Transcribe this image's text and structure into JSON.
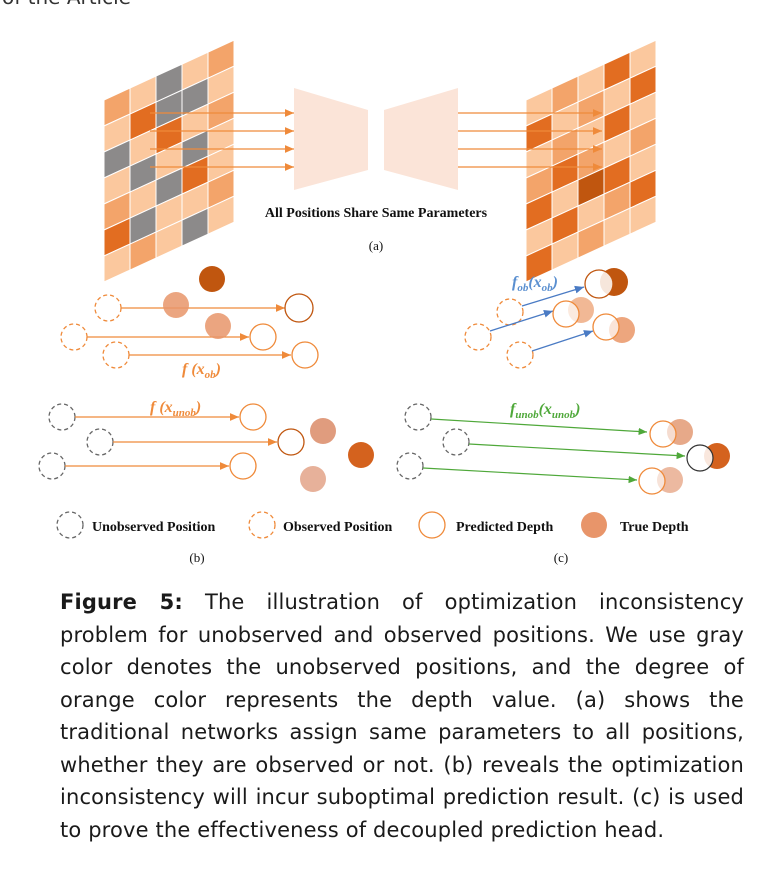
{
  "header_fragment": "of the Article",
  "panel_a": {
    "shared_label": "All Positions Share Same Parameters",
    "label": "(a)"
  },
  "panel_b": {
    "label": "(b)",
    "f_ob": "f (x",
    "f_ob_sub": "ob",
    "f_ob_close": ")",
    "f_unob": "f (x",
    "f_unob_sub": "unob",
    "f_unob_close": ")"
  },
  "panel_c": {
    "label": "(c)",
    "f_ob_name": "f",
    "f_ob_name_sub": "ob",
    "f_ob_arg": "(x",
    "f_ob_arg_sub": "ob",
    "f_ob_close": ")",
    "f_unob_name": "f",
    "f_unob_name_sub": "unob",
    "f_unob_arg": "(x",
    "f_unob_arg_sub": "unob",
    "f_unob_close": ")"
  },
  "legend": {
    "unobserved": "Unobserved Position",
    "observed": "Observed Position",
    "predicted": "Predicted Depth",
    "true_depth": "True Depth"
  },
  "caption": {
    "label": "Figure 5:",
    "text": "The illustration of optimization inconsistency problem for unobserved and observed positions. We use gray color denotes the unobserved positions, and the degree of orange color represents the depth value. (a) shows the traditional networks assign same parameters to all positions, whether they are observed or not. (b) reveals the optimization inconsistency will incur suboptimal prediction result. (c) is used to prove the effectiveness of decoupled prediction head."
  },
  "colors": {
    "light_orange": "#fbc89e",
    "mid_orange": "#f3a46a",
    "dark_orange": "#e26d21",
    "deep_orange": "#c0560f",
    "gray": "#8c8a8a",
    "arrow_orange": "#ef8a3a",
    "arrow_blue": "#4a7bc4",
    "arrow_green": "#4fa83a",
    "label_blue": "#5a8fd0",
    "label_green": "#4fa83a",
    "net_block": "#fbe4d8"
  }
}
